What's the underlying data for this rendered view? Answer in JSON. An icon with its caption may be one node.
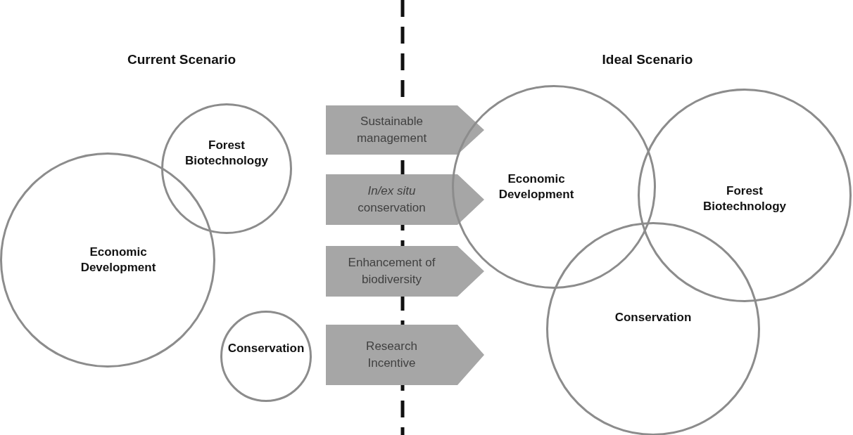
{
  "diagram": {
    "nodes": [
      {
        "text": [
          "Forest Biotechnology"
        ]
      },
      {
        "text": [
          "Economic Development"
        ]
      },
      {
        "text": [
          "Conservation"
        ]
      },
      {
        "text": [
          "Sustainable management"
        ]
      },
      {
        "text": [
          "*In/ex situ* conservation"
        ]
      },
      {
        "text": [
          "Enhancement of biodiversity"
        ]
      },
      {
        "text": [
          "Research Incentive"
        ]
      },
      {
        "text": [
          "Economic Development"
        ]
      },
      {
        "text": [
          "Forest Biotechnology"
        ]
      },
      {
        "text": [
          "Conservation"
        ]
      }
    ],
    "labels": [
      "Current Scenario",
      "Ideal Scenario"
    ]
  }
}
